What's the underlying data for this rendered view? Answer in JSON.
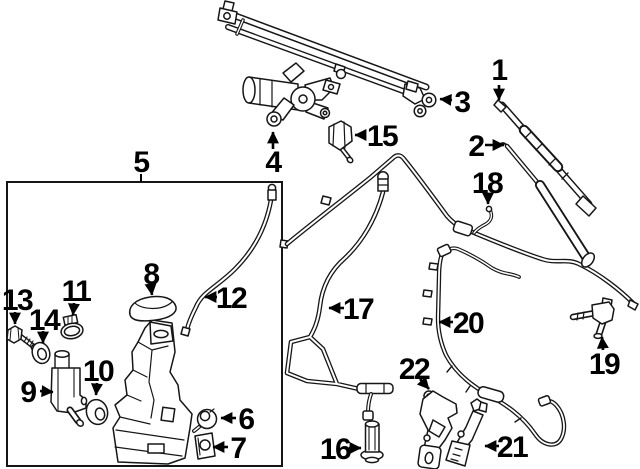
{
  "figure": {
    "background_color": "#ffffff",
    "line_color": "#161616",
    "label_color": "#000000"
  },
  "callouts": [
    {
      "num": "1"
    },
    {
      "num": "2"
    },
    {
      "num": "3"
    },
    {
      "num": "4"
    },
    {
      "num": "5"
    },
    {
      "num": "6"
    },
    {
      "num": "7"
    },
    {
      "num": "8"
    },
    {
      "num": "9"
    },
    {
      "num": "10"
    },
    {
      "num": "11"
    },
    {
      "num": "12"
    },
    {
      "num": "13"
    },
    {
      "num": "14"
    },
    {
      "num": "15"
    },
    {
      "num": "16"
    },
    {
      "num": "17"
    },
    {
      "num": "18"
    },
    {
      "num": "19"
    },
    {
      "num": "20"
    },
    {
      "num": "21"
    },
    {
      "num": "22"
    }
  ]
}
